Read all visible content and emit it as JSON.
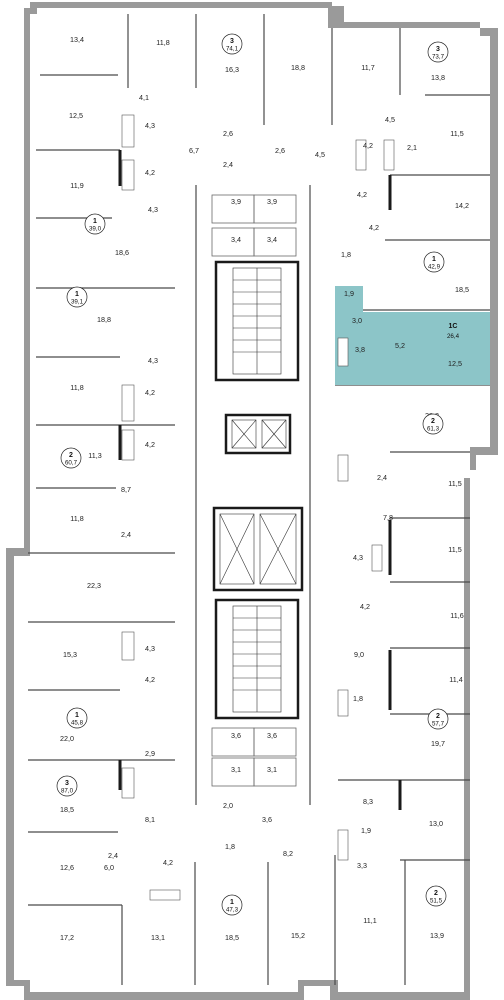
{
  "plan": {
    "highlight": {
      "color": "#8cc5c8",
      "unit": {
        "type": "1С",
        "area": "26,4"
      },
      "rooms": [
        "1,9",
        "3,0",
        "3,8",
        "5,2",
        "12,5"
      ]
    },
    "room_labels": [
      "13,4",
      "11,8",
      "16,3",
      "18,8",
      "11,7",
      "13,8",
      "4,1",
      "4,3",
      "12,5",
      "4,5",
      "11,5",
      "2,6",
      "6,7",
      "2,6",
      "4,2",
      "2,1",
      "4,5",
      "4,2",
      "2,4",
      "11,9",
      "4,2",
      "3,9",
      "3,9",
      "4,3",
      "14,2",
      "3,4",
      "3,4",
      "4,2",
      "18,6",
      "1,8",
      "18,5",
      "1,9",
      "18,8",
      "3,0",
      "3,8",
      "5,2",
      "12,5",
      "4,3",
      "11,8",
      "23,8",
      "4,2",
      "4,2",
      "11,3",
      "2,4",
      "11,5",
      "8,7",
      "11,8",
      "7,8",
      "2,4",
      "11,5",
      "4,3",
      "22,3",
      "4,2",
      "11,6",
      "15,3",
      "4,3",
      "9,0",
      "4,2",
      "11,4",
      "1,8",
      "22,0",
      "19,7",
      "3,6",
      "3,6",
      "2,9",
      "3,1",
      "3,1",
      "8,3",
      "18,5",
      "8,1",
      "2,0",
      "13,0",
      "3,6",
      "1,9",
      "12,6",
      "2,4",
      "8,2",
      "1,8",
      "6,0",
      "4,2",
      "3,3",
      "17,2",
      "13,1",
      "18,5",
      "15,2",
      "11,1",
      "13,9"
    ],
    "badges": [
      {
        "rooms": "3",
        "area": "74,1"
      },
      {
        "rooms": "3",
        "area": "73,7"
      },
      {
        "rooms": "1",
        "area": "39,0"
      },
      {
        "rooms": "1",
        "area": "42,9"
      },
      {
        "rooms": "1",
        "area": "39,1"
      },
      {
        "rooms": "2",
        "area": "61,3"
      },
      {
        "rooms": "2",
        "area": "60,7"
      },
      {
        "rooms": "1",
        "area": "45,8"
      },
      {
        "rooms": "2",
        "area": "57,7"
      },
      {
        "rooms": "3",
        "area": "87,0"
      },
      {
        "rooms": "1",
        "area": "47,3"
      },
      {
        "rooms": "2",
        "area": "51,5"
      }
    ]
  }
}
